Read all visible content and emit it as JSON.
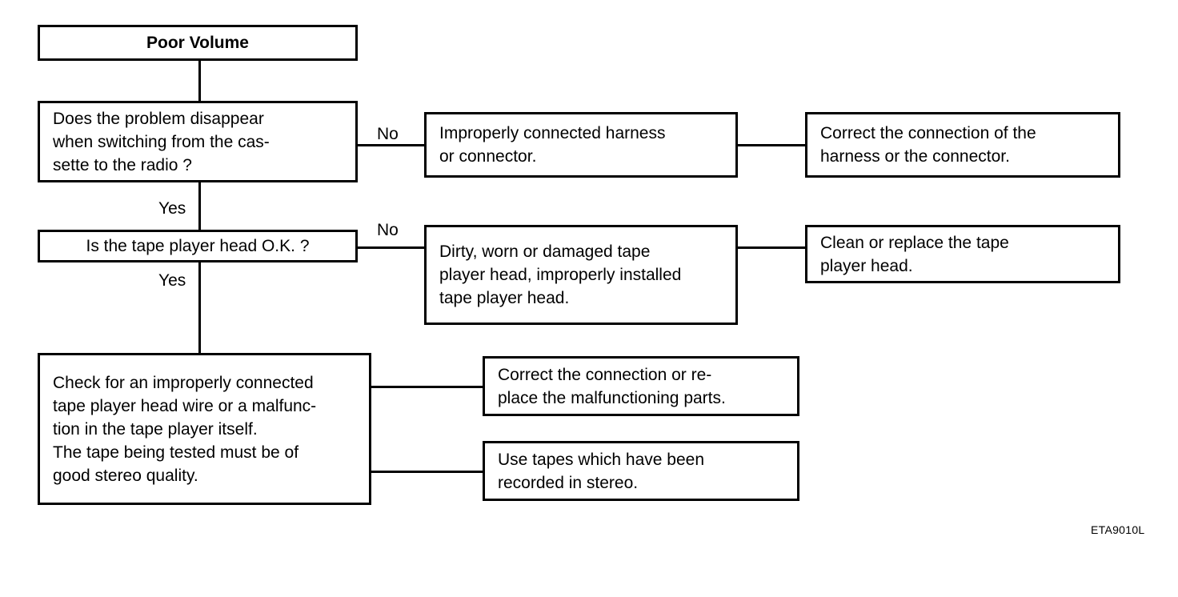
{
  "diagram": {
    "title": "Poor Volume",
    "reference_code": "ETA9010L",
    "nodes": {
      "title_box": {
        "label": "Poor Volume"
      },
      "q1": {
        "line1": "Does the problem disappear",
        "line2": "when switching from the cas-",
        "line3": "sette to the radio ?"
      },
      "q1_cause": {
        "line1": "Improperly connected harness",
        "line2": "or connector."
      },
      "q1_remedy": {
        "line1": "Correct the connection of the",
        "line2": "harness or the connector."
      },
      "q2": {
        "line1": "Is the tape player head O.K. ?"
      },
      "q2_cause": {
        "line1": "Dirty, worn or damaged tape",
        "line2": "player head, improperly installed",
        "line3": "tape player head."
      },
      "q2_remedy": {
        "line1": "Clean or replace the tape",
        "line2": "player head."
      },
      "final_check": {
        "line1": "Check for an improperly connected",
        "line2": "tape player head wire or a malfunc-",
        "line3": "tion in the tape player itself.",
        "line4": "The tape being tested must be of",
        "line5": "good stereo quality."
      },
      "final_remedy_1": {
        "line1": "Correct the connection or re-",
        "line2": "place the malfunctioning parts."
      },
      "final_remedy_2": {
        "line1": "Use tapes which have been",
        "line2": "recorded in stereo."
      }
    },
    "edge_labels": {
      "q1_no": "No",
      "q1_yes": "Yes",
      "q2_no": "No",
      "q2_yes": "Yes"
    },
    "colors": {
      "background": "#ffffff",
      "stroke": "#000000",
      "text": "#000000"
    }
  }
}
